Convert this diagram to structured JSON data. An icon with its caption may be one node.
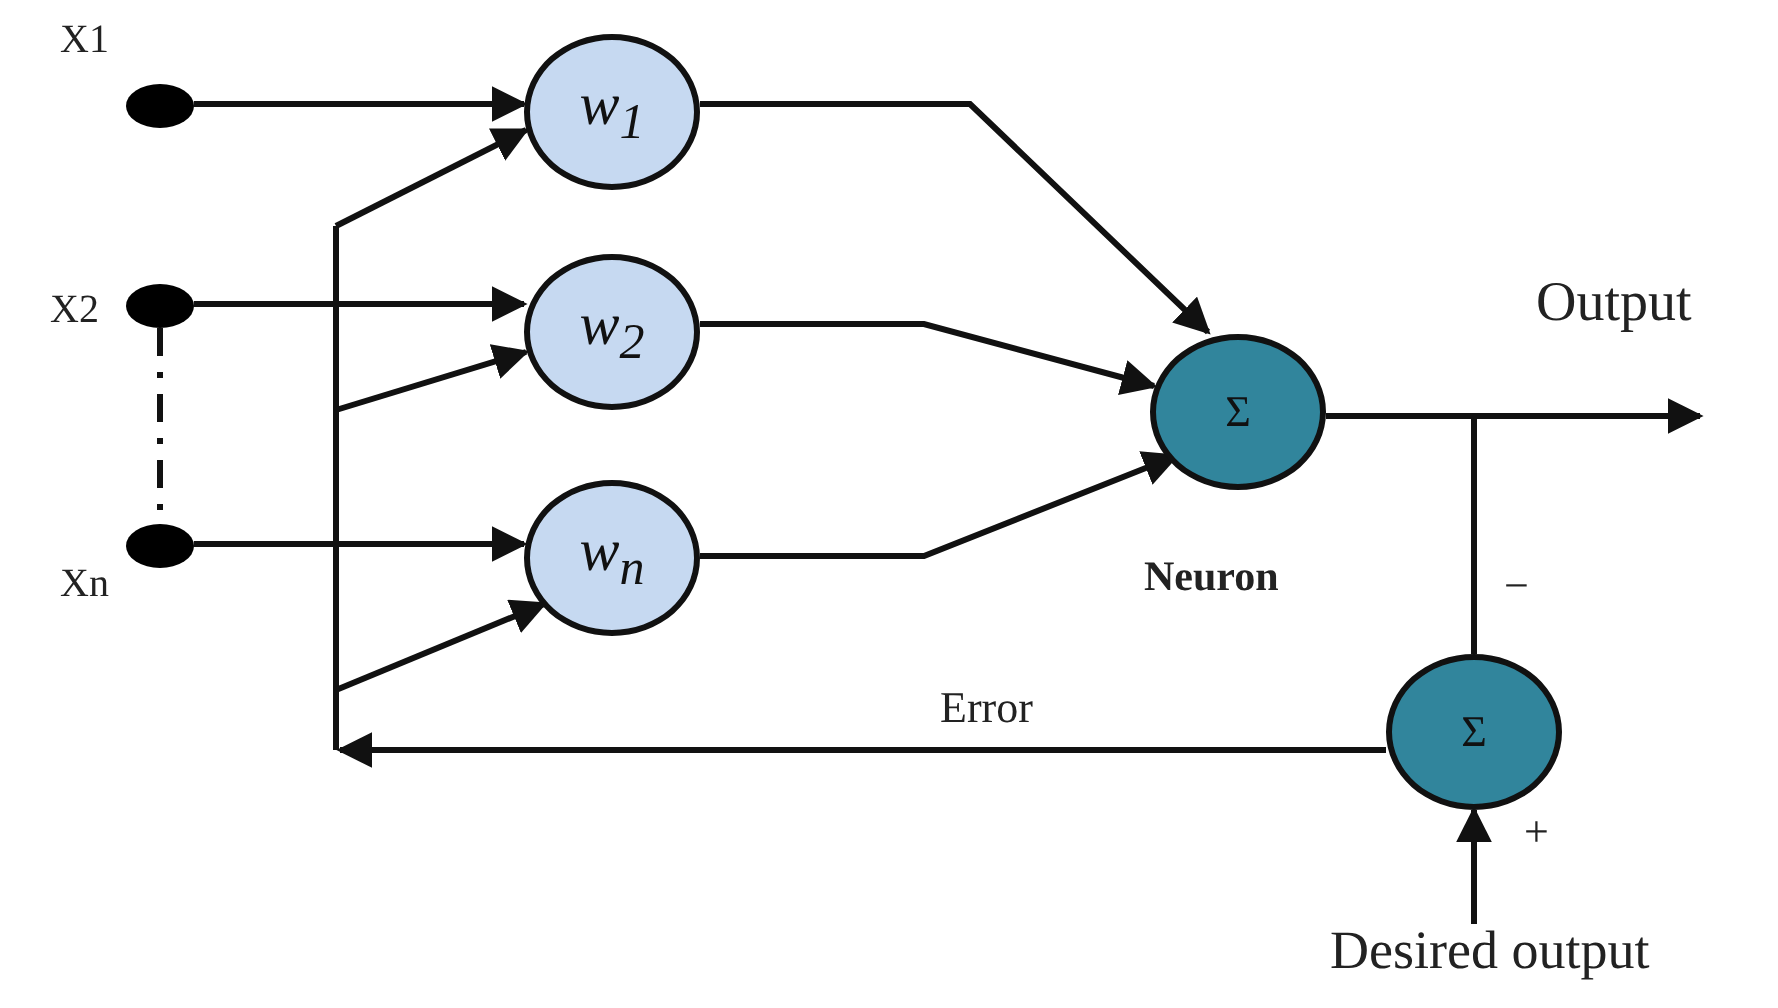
{
  "diagram": {
    "nodes": [
      {
        "text": [
          "X1"
        ]
      },
      {
        "text": [
          "X2"
        ]
      },
      {
        "text": [
          "Xn"
        ]
      },
      {
        "text": [
          "w$_{1}$"
        ]
      },
      {
        "text": [
          "w$_{2}$"
        ]
      },
      {
        "text": [
          "w$_{n}$"
        ]
      },
      {
        "text": [
          "Σ"
        ],
        "beside": [
          "Neuron"
        ]
      },
      {
        "text": [
          "Σ"
        ]
      },
      {
        "text": [
          "Desired output"
        ]
      }
    ],
    "edges": [
      {
        "from": 0,
        "to": 3,
        "arrow": "to"
      },
      {
        "from": 1,
        "to": 4,
        "arrow": "to"
      },
      {
        "from": 2,
        "to": 5,
        "arrow": "to"
      },
      {
        "from": 1,
        "to": 2,
        "arrow": "none",
        "style": "dashed"
      },
      {
        "from": 3,
        "to": 6,
        "arrow": "to"
      },
      {
        "from": 4,
        "to": 6,
        "arrow": "to"
      },
      {
        "from": 5,
        "to": 6,
        "arrow": "to"
      },
      {
        "from": 6,
        "to": null,
        "arrow": "to"
      },
      {
        "from": 6,
        "to": 7,
        "arrow": "none",
        "label": "−"
      },
      {
        "from": 8,
        "to": 7,
        "arrow": "to",
        "label": "+"
      },
      {
        "from": 7,
        "to": 3,
        "arrow": "to",
        "label": "Error"
      },
      {
        "from": 7,
        "to": 4,
        "arrow": "to"
      },
      {
        "from": 7,
        "to": 5,
        "arrow": "to"
      }
    ],
    "labels": [
      "Output"
    ]
  }
}
